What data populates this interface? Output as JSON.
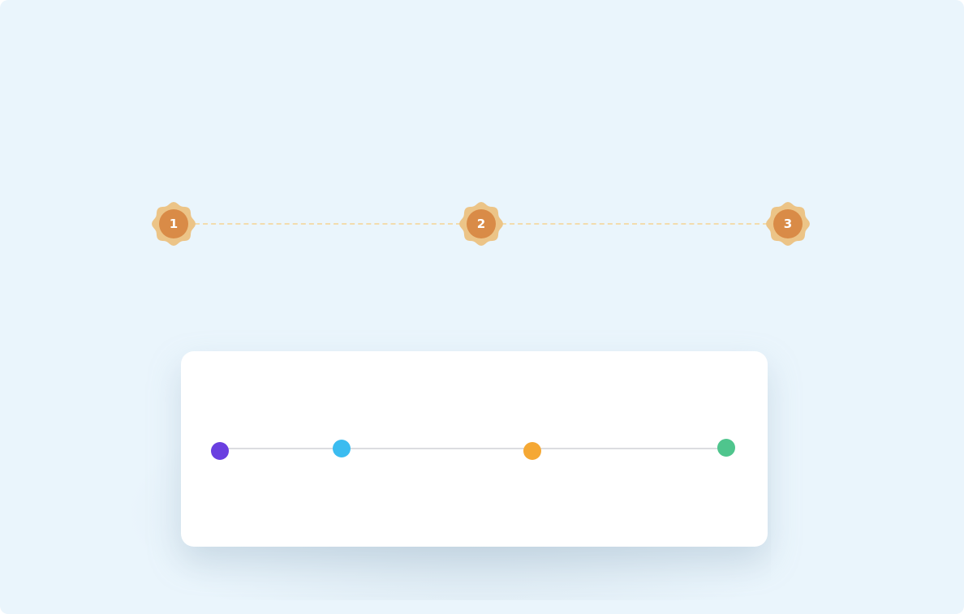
{
  "stepper": {
    "steps": [
      {
        "label": "1"
      },
      {
        "label": "2"
      },
      {
        "label": "3"
      }
    ],
    "badge_color": "#d98b47",
    "badge_halo_color": "#ecc487",
    "connector_color": "#f2dcae",
    "connector_style": "dashed"
  },
  "timeline_card": {
    "track_color": "#dcdde0",
    "dots": [
      {
        "color": "#6a3fe0"
      },
      {
        "color": "#3bbcf0"
      },
      {
        "color": "#f5a834"
      },
      {
        "color": "#4fc58d"
      }
    ]
  },
  "theme": {
    "background": "#eaf5fc",
    "card_background": "#ffffff"
  }
}
